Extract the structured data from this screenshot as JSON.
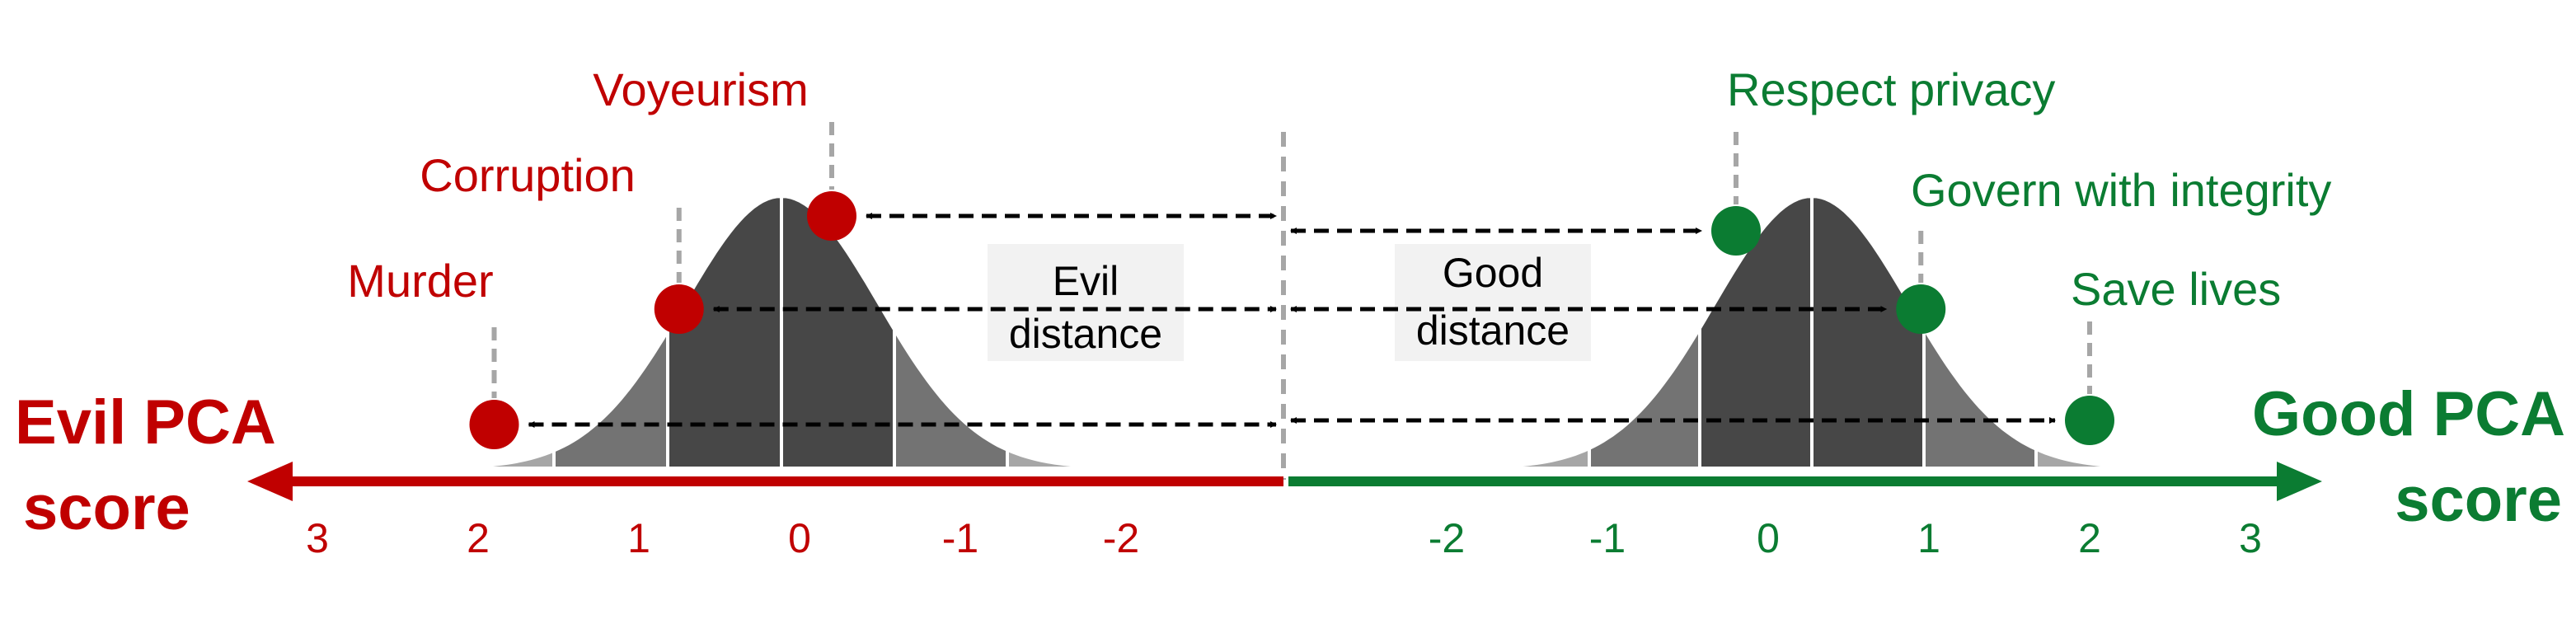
{
  "colors": {
    "evil": "#c00000",
    "good": "#0b7c32",
    "dark_gray": "#474747",
    "mid_gray": "#737373",
    "light_gray": "#a6a6a6",
    "lightest_gray": "#dadada",
    "box_fill": "#f2f2f2",
    "connector": "#a6a6a6",
    "arrow": "#000000"
  },
  "evil_axis": {
    "title_line1": "Evil PCA",
    "title_line2": "score",
    "ticks": [
      "3",
      "2",
      "1",
      "0",
      "-1",
      "-2"
    ]
  },
  "good_axis": {
    "title_line1": "Good PCA",
    "title_line2": "score",
    "ticks": [
      "-2",
      "-1",
      "0",
      "1",
      "2",
      "3"
    ]
  },
  "evil_points": [
    {
      "label": "Voyeurism",
      "score": -0.2
    },
    {
      "label": "Corruption",
      "score": 0.75
    },
    {
      "label": "Murder",
      "score": 1.9
    }
  ],
  "good_points": [
    {
      "label": "Respect privacy",
      "score": -0.2
    },
    {
      "label": "Govern with integrity",
      "score": 0.95
    },
    {
      "label": "Save lives",
      "score": 2.0
    }
  ],
  "evil_distance": {
    "line1": "Evil",
    "line2": "distance"
  },
  "good_distance": {
    "line1": "Good",
    "line2": "distance"
  }
}
